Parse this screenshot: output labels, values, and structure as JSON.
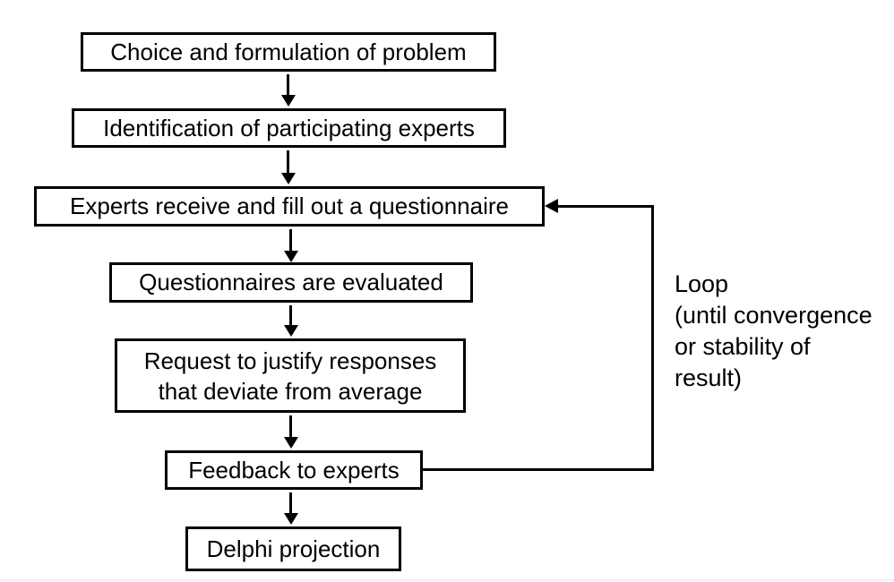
{
  "diagram": {
    "type": "flowchart",
    "subject": "Delphi method process",
    "background_color": "#ffffff",
    "line_color": "#000000",
    "box_fill_color": "#ffffff",
    "nodes": [
      {
        "id": "choice-problem",
        "lines": [
          "Choice and formulation of problem"
        ]
      },
      {
        "id": "identify-experts",
        "lines": [
          "Identification of participating experts"
        ]
      },
      {
        "id": "fill-questionnaire",
        "lines": [
          "Experts receive and fill out a questionnaire"
        ]
      },
      {
        "id": "evaluate-questionnaires",
        "lines": [
          "Questionnaires are evaluated"
        ]
      },
      {
        "id": "justify-responses",
        "lines": [
          "Request to justify responses",
          "that deviate from average"
        ]
      },
      {
        "id": "feedback-experts",
        "lines": [
          "Feedback to experts"
        ]
      },
      {
        "id": "delphi-projection",
        "lines": [
          "Delphi projection"
        ]
      }
    ],
    "edges": [
      {
        "from": "choice-problem",
        "to": "identify-experts"
      },
      {
        "from": "identify-experts",
        "to": "fill-questionnaire"
      },
      {
        "from": "fill-questionnaire",
        "to": "evaluate-questionnaires"
      },
      {
        "from": "evaluate-questionnaires",
        "to": "justify-responses"
      },
      {
        "from": "justify-responses",
        "to": "feedback-experts"
      },
      {
        "from": "feedback-experts",
        "to": "delphi-projection"
      },
      {
        "from": "feedback-experts",
        "to": "fill-questionnaire",
        "kind": "loop-back"
      }
    ],
    "loop_label": {
      "lines": [
        "Loop",
        "(until convergence",
        "or stability of",
        "result)"
      ]
    }
  }
}
